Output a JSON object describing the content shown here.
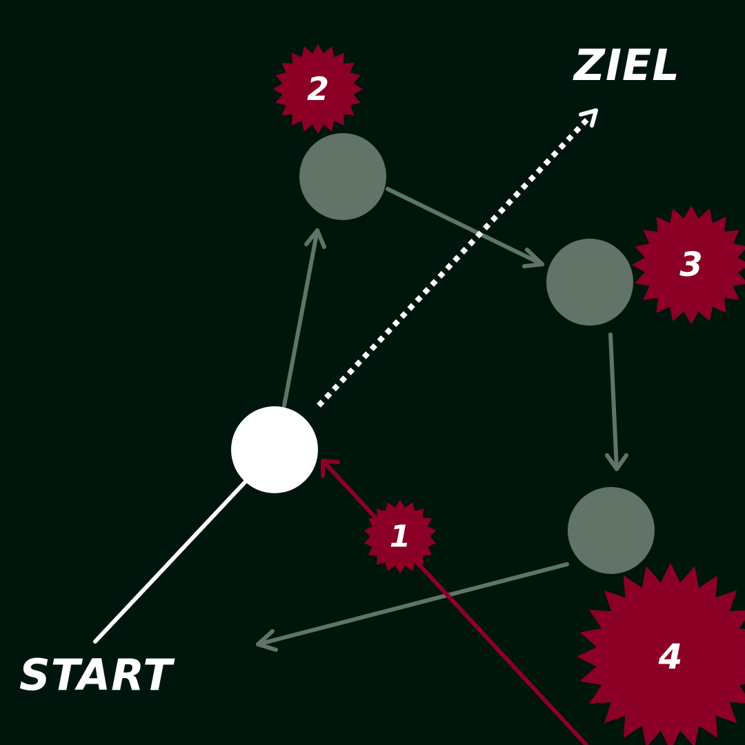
{
  "labels": {
    "start": "START",
    "goal": "ZIEL"
  },
  "badges": [
    {
      "number": "1"
    },
    {
      "number": "2"
    },
    {
      "number": "3"
    },
    {
      "number": "4"
    }
  ],
  "colors": {
    "background": "#00160d",
    "start_node": "#ffffff",
    "step_node": "#627367",
    "badge": "#8c0026",
    "badge_arrow": "#8c0026",
    "dotted_arrow": "#ffffff",
    "text": "#ffffff"
  }
}
